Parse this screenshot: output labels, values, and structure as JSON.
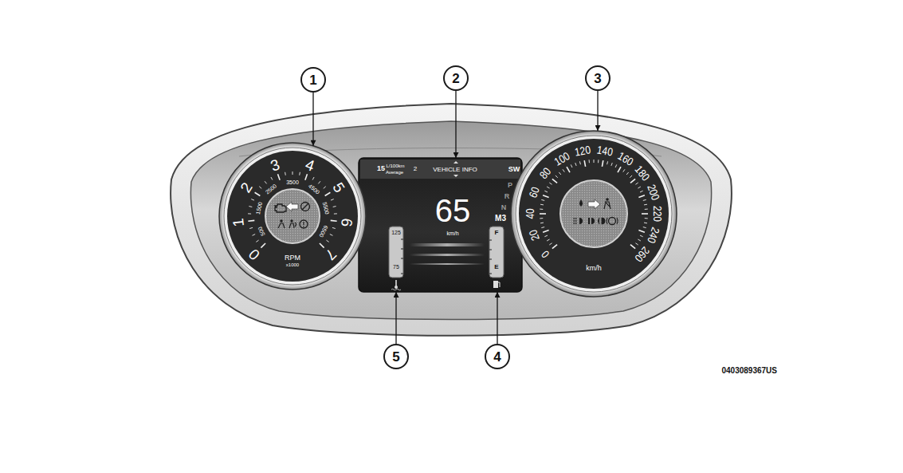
{
  "diagram": {
    "nodes": [
      {
        "text": [
          "1"
        ]
      },
      {
        "text": [
          "2"
        ]
      },
      {
        "text": [
          "3"
        ]
      },
      {
        "text": [
          "0",
          "1",
          "2",
          "3",
          "4",
          "5",
          "6",
          "7",
          "500",
          "1500",
          "2500",
          "3500",
          "4500",
          "5500",
          "6500",
          "RPM",
          "x1000"
        ]
      },
      {
        "text": [
          "15",
          "L/100km",
          "Average",
          "2",
          "VEHICLE INFO",
          "SW",
          "65",
          "km/h",
          "P",
          "R",
          "N",
          "M3"
        ]
      },
      {
        "text": [
          "125",
          "75"
        ],
        "in": 4
      },
      {
        "text": [
          "F",
          "E"
        ],
        "in": 4
      },
      {
        "text": [
          "0",
          "20",
          "40",
          "60",
          "80",
          "100",
          "120",
          "140",
          "160",
          "180",
          "200",
          "220",
          "240",
          "260",
          "km/h"
        ]
      },
      {
        "text": [
          "5"
        ]
      },
      {
        "text": [
          "4"
        ]
      }
    ],
    "edges": [
      {
        "from": 0,
        "to": 3,
        "arrow": "to"
      },
      {
        "from": 1,
        "to": 4,
        "arrow": "to"
      },
      {
        "from": 2,
        "to": 7,
        "arrow": "to"
      },
      {
        "from": 8,
        "to": 5,
        "arrow": "to"
      },
      {
        "from": 9,
        "to": 6,
        "arrow": "to"
      }
    ],
    "labels": [
      "0403089367US"
    ]
  }
}
